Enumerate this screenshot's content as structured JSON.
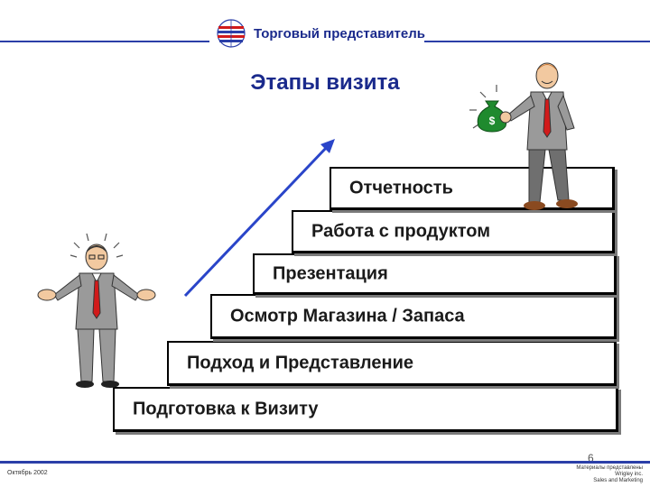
{
  "header": {
    "title": "Торговый представитель"
  },
  "slide": {
    "title": "Этапы визита"
  },
  "steps": [
    {
      "label": "Отчетность"
    },
    {
      "label": "Работа с продуктом"
    },
    {
      "label": "Презентация"
    },
    {
      "label": "Осмотр Магазина / Запаса"
    },
    {
      "label": "Подход и Представление"
    },
    {
      "label": "Подготовка к Визиту"
    }
  ],
  "footer": {
    "date": "Октябрь 2002",
    "page_number": "6",
    "right_line1": "Материалы представлены",
    "right_line2": "Wrigley inc.",
    "right_line3": "Sales and Marketing"
  },
  "colors": {
    "accent": "#2b3fa8",
    "arrow": "#2a45c9",
    "tie": "#d11a1a",
    "suit": "#9a9a9a",
    "money_bag": "#1f8a2e"
  }
}
